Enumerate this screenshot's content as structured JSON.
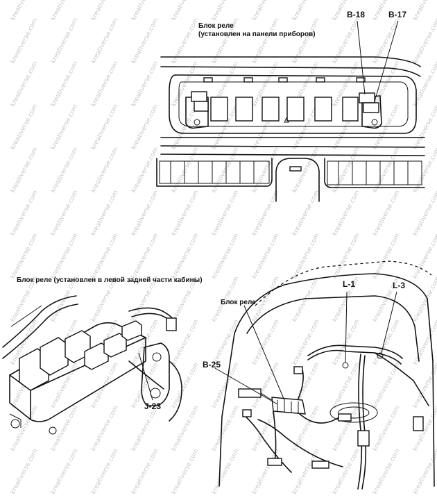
{
  "watermark": "kreativerse.com",
  "panels": {
    "top": {
      "caption_line1": "Блок реле",
      "caption_line2": "(установлен на панели приборов)",
      "connectors": [
        "B-18",
        "B-17"
      ]
    },
    "bottom_left": {
      "caption": "Блок реле (установлен в левой задней части кабины)",
      "connectors": [
        "J-23"
      ]
    },
    "bottom_right": {
      "caption": "Блок реле",
      "connectors": [
        "L-1",
        "L-3",
        "B-25"
      ]
    }
  }
}
